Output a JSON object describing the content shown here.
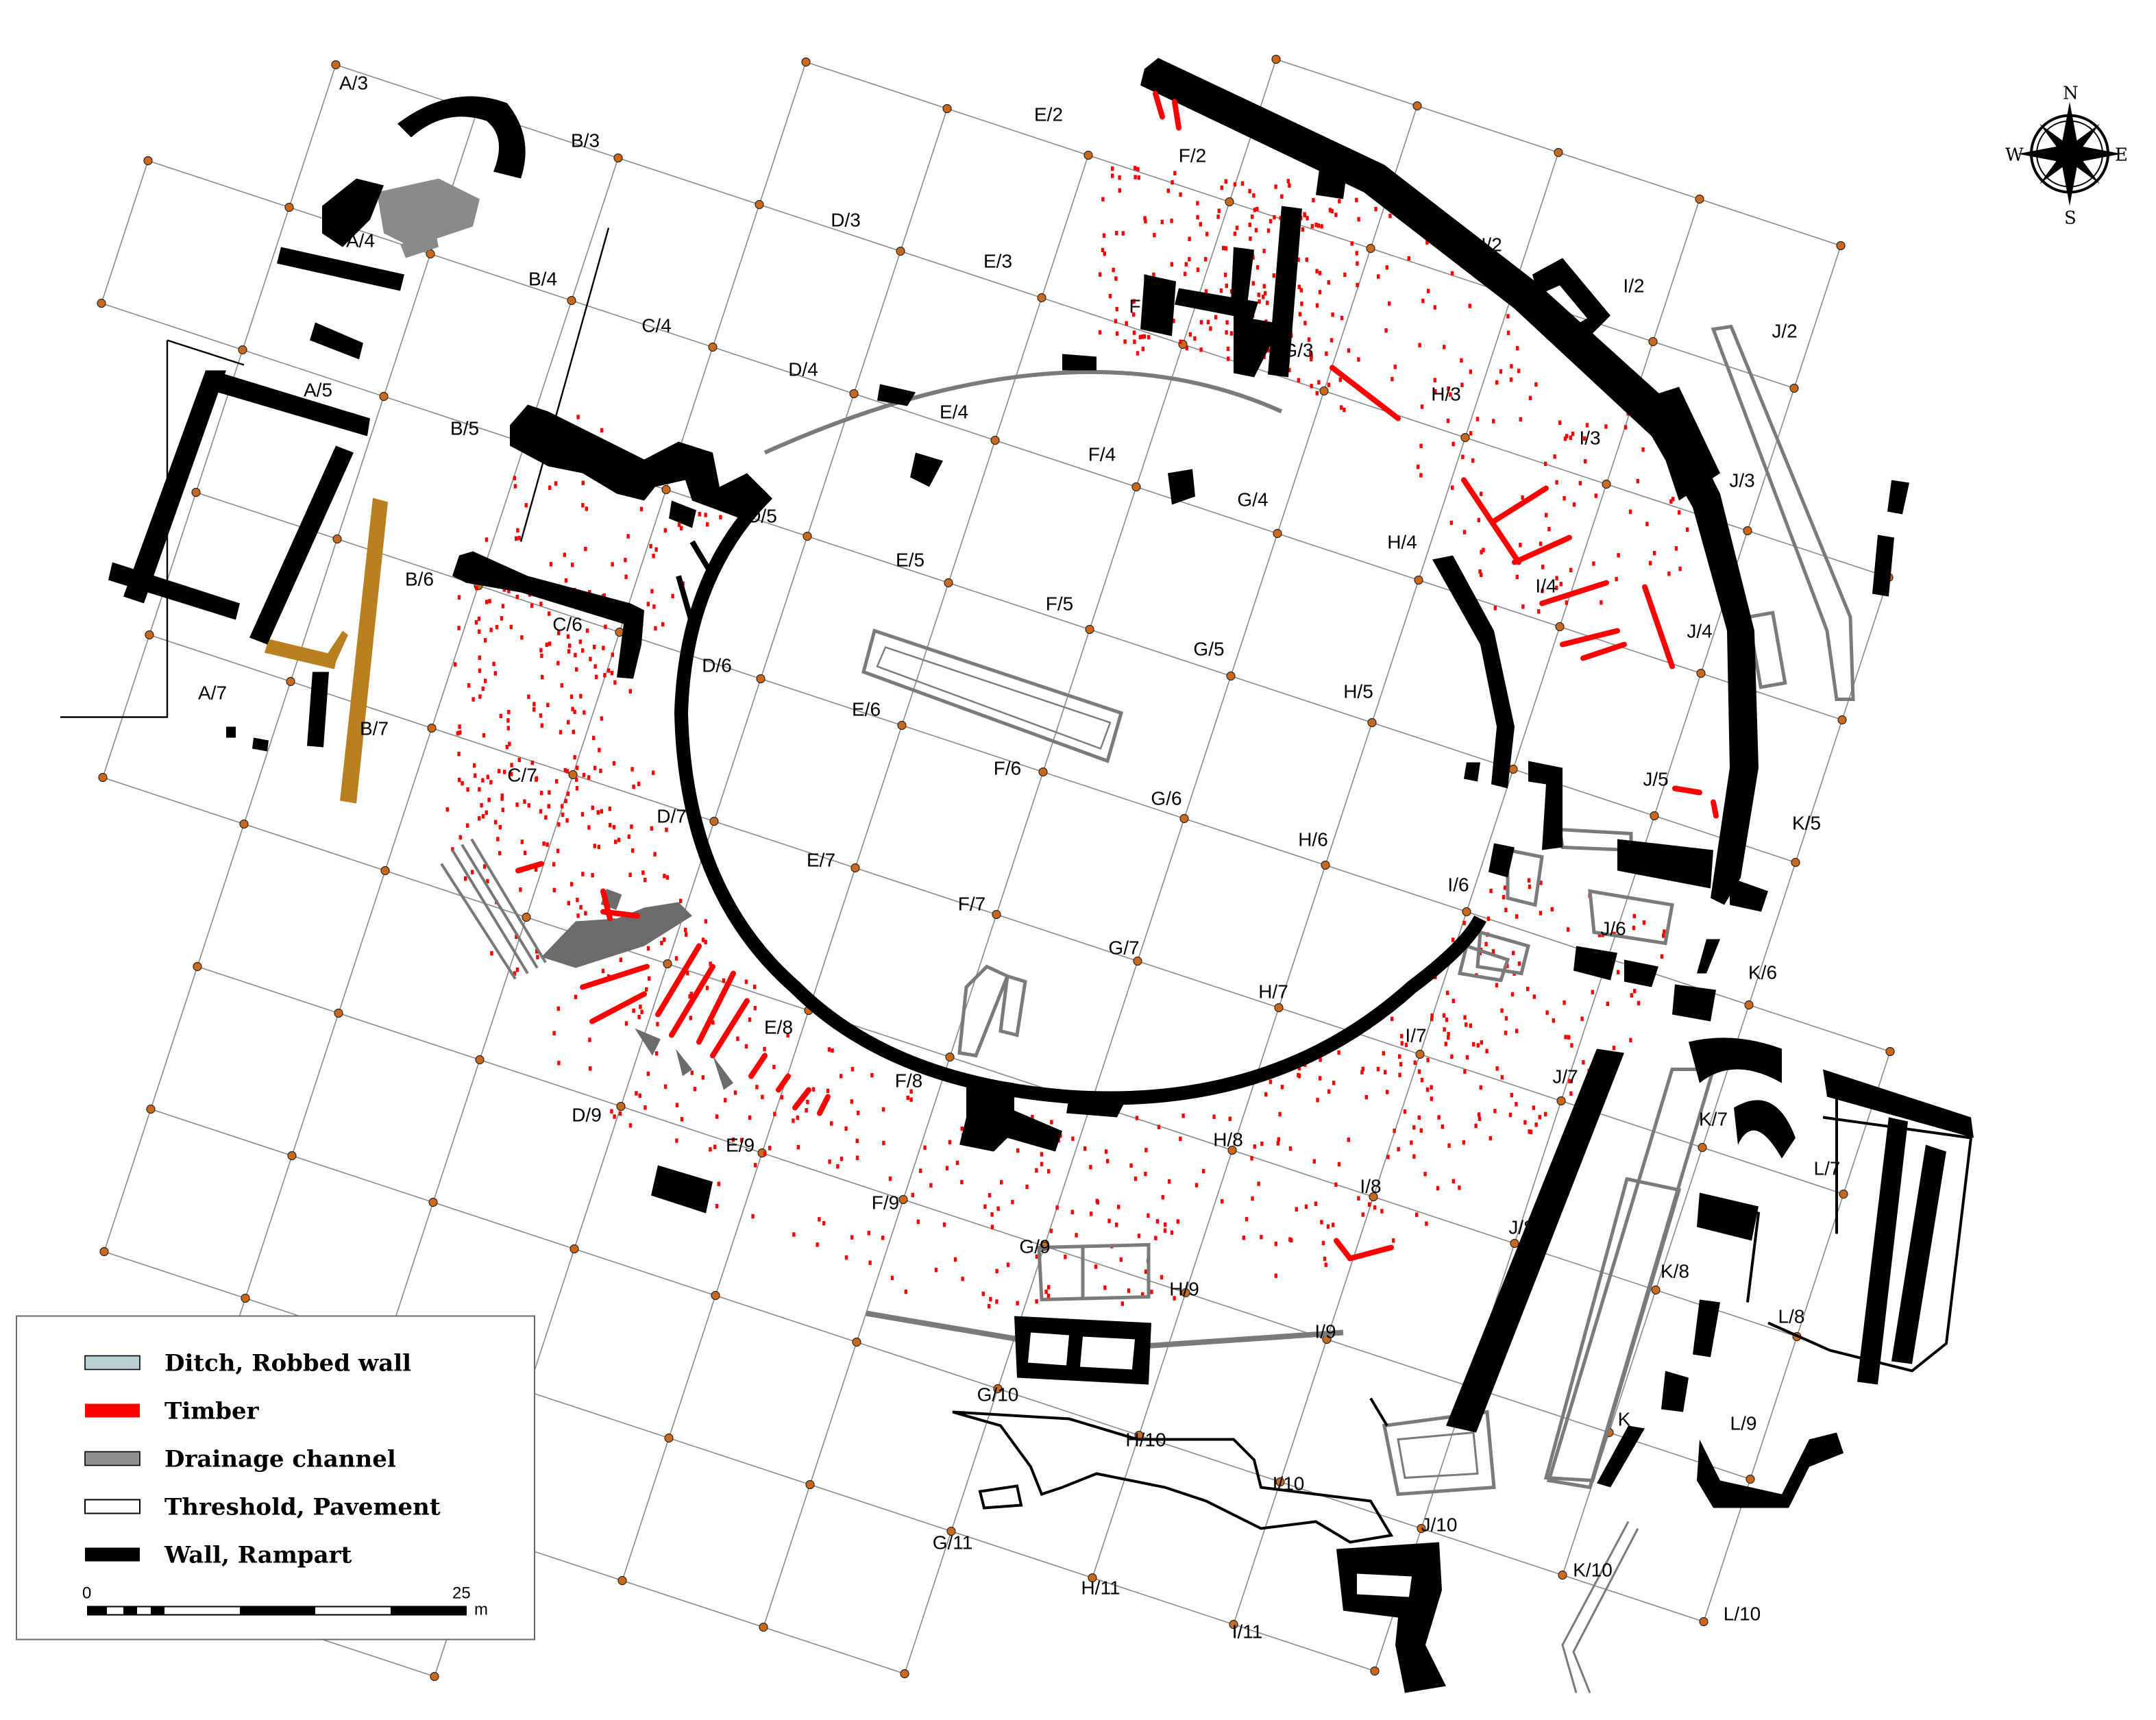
{
  "grid_labels": [
    "A/3",
    "B/3",
    "E/2",
    "F/2",
    "A/4",
    "B/4",
    "D/3",
    "E/3",
    "H/2",
    "I/2",
    "J/2",
    "C/4",
    "F",
    "G/3",
    "D/4",
    "E/4",
    "H/3",
    "A/5",
    "B/5",
    "I/3",
    "F/4",
    "J/3",
    "G/4",
    "D/5",
    "H/4",
    "E/5",
    "B/6",
    "I/4",
    "F/5",
    "C/6",
    "J/4",
    "D/6",
    "G/5",
    "H/5",
    "E/6",
    "A/7",
    "B/7",
    "F/6",
    "J/5",
    "C/7",
    "G/6",
    "K/5",
    "D/7",
    "H/6",
    "E/7",
    "I/6",
    "F/7",
    "J/6",
    "K/6",
    "G/7",
    "H/7",
    "I/7",
    "E/8",
    "J/7",
    "F/8",
    "K/7",
    "L/7",
    "H/8",
    "D/9",
    "E/9",
    "I/8",
    "F/9",
    "J/8",
    "G/9",
    "K/8",
    "H/9",
    "L/8",
    "I/9",
    "G/10",
    "H/10",
    "K",
    "L/9",
    "I/10",
    "J/10",
    "G/11",
    "K/10",
    "H/11",
    "L/10",
    "I/11"
  ],
  "legend": {
    "items": [
      {
        "label": "Ditch, Robbed wall",
        "color": "#b8cfd3"
      },
      {
        "label": "Timber",
        "color": "#ff0000"
      },
      {
        "label": "Drainage channel",
        "color": "#909090"
      },
      {
        "label": "Threshold, Pavement",
        "color": "#ffffff"
      },
      {
        "label": "Wall, Rampart",
        "color": "#000000"
      }
    ],
    "scale": {
      "start": "0",
      "end": "25",
      "unit": "m"
    }
  },
  "compass": {
    "n": "N",
    "s": "S",
    "e": "E",
    "w": "W"
  },
  "colors": {
    "wall": "#000000",
    "timber": "#ff0000",
    "drain": "#6b6b6b",
    "grid": "#8a8a8a",
    "node": "#c8691e",
    "ochre": "#b8801e"
  }
}
